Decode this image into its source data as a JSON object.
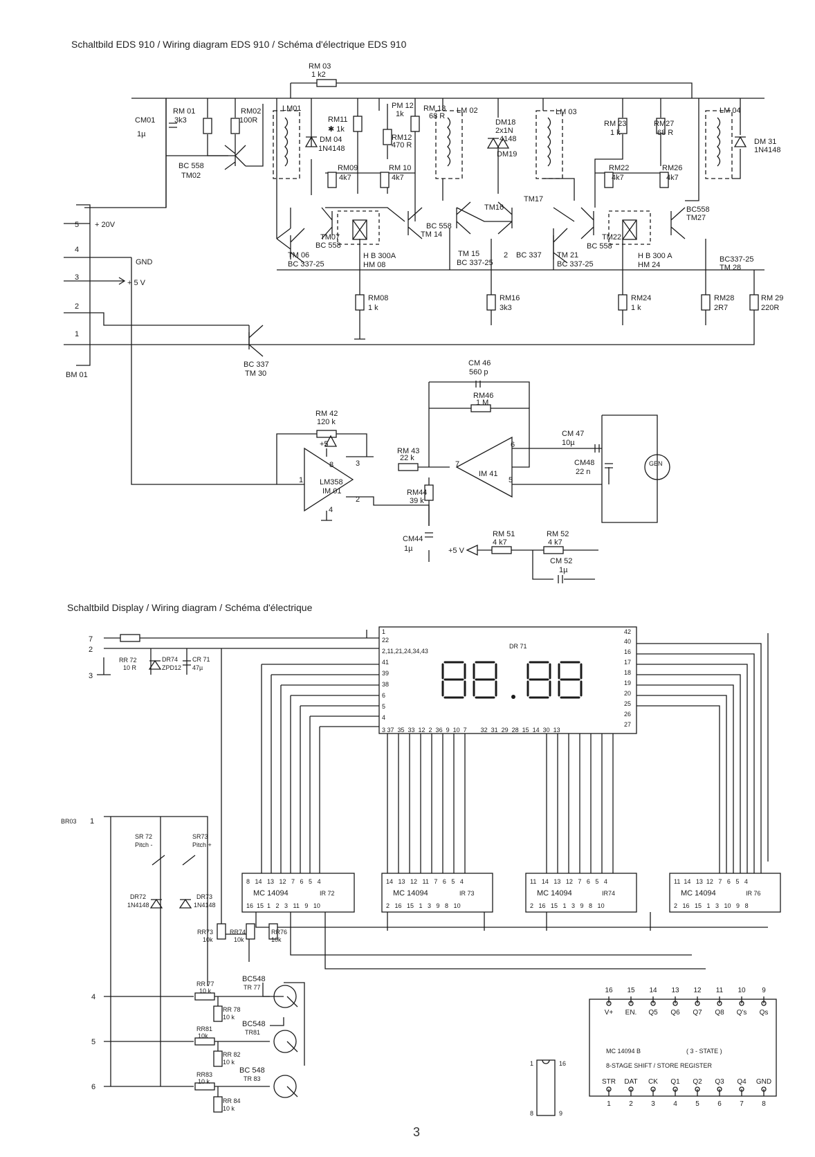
{
  "titles": {
    "top": "Schaltbild EDS 910 / Wiring diagram EDS 910 / Schéma d'électrique EDS 910",
    "bottom": "Schaltbild Display / Wiring diagram / Schéma d'électrique"
  },
  "page_number": "3",
  "top_labels": {
    "rm03": "RM 03",
    "rm03v": "1 k2",
    "cm01": "CM01",
    "cm01v": "1µ",
    "rm01": "RM 01",
    "rm01v": "3k3",
    "rm02": "RM02",
    "rm02v": "100R",
    "bc558a": "BC 558",
    "tm02": "TM02",
    "lm01": "LM01",
    "rm11": "RM11",
    "rm11v": "✱ 1k",
    "dm04": "DM 04",
    "dm04v": "1N4148",
    "pm12": "PM 12",
    "pm12v": "1k",
    "rm12": "RM12",
    "rm12v": "470 R",
    "rm13": "RM 13",
    "rm13v": "68 R",
    "lm02": "LM 02",
    "dm18": "DM18",
    "dm18v": "2x1N",
    "dm18w": "4148",
    "dm19": "DM19",
    "lm03": "LM 03",
    "rm23": "RM 23",
    "rm23v": "1 k",
    "rm27": "RM27",
    "rm27v": "68 R",
    "lm04": "LM 04",
    "dm31": "DM 31",
    "dm31v": "1N4148",
    "rm09": "RM09",
    "rm09v": "4k7",
    "rm10": "RM 10",
    "rm10v": "4k7",
    "rm22": "RM22",
    "rm22v": "4k7",
    "rm26": "RM26",
    "rm26v": "4k7",
    "tm07": "TM07",
    "bc558b": "BC 558",
    "tm06": "TM 06",
    "bc33725a": "BC 337-25",
    "hb300a": "H B 300A",
    "hm08": "HM 08",
    "bc558c": "BC 558",
    "tm14": "TM 14",
    "tm16": "TM16",
    "tm17": "TM17",
    "tm15": "TM 15",
    "bc33725b": "BC 337-25",
    "n2": "2",
    "bc337a": "BC 337",
    "tm21": "TM 21",
    "bc33725c": "BC 337-25",
    "tm22": "TM22",
    "bc558d": "BC 558",
    "hb300b": "H B 300 A",
    "hm24": "HM 24",
    "bc558e": "BC558",
    "tm27": "TM27",
    "bc33725d": "BC337-25",
    "tm28": "TM 28",
    "rm08": "RM08",
    "rm08v": "1 k",
    "rm16": "RM16",
    "rm16v": "3k3",
    "rm24": "RM24",
    "rm24v": "1 k",
    "rm28": "RM28",
    "rm28v": "2R7",
    "rm29": "RM 29",
    "rm29v": "220R",
    "p5": "5",
    "v20": "+ 20V",
    "p4": "4",
    "gnd": "GND",
    "p3": "3",
    "v5": "+ 5 V",
    "p2": "2",
    "p1": "1",
    "bm01": "BM 01",
    "bc337b": "BC 337",
    "tm30": "TM 30",
    "cm46": "CM 46",
    "cm46v": "560 p",
    "rm46": "RM46",
    "rm46v": "1 M",
    "rm42": "RM 42",
    "rm42v": "120 k",
    "plus5": "+5",
    "pin8": "8",
    "pin3": "3",
    "pin1": "1",
    "pin2": "2",
    "pin4": "4",
    "lm358": "LM358",
    "im01": "IM 01",
    "rm43": "RM 43",
    "rm43v": "22 k",
    "pin7": "7",
    "pin6": "6",
    "pin5": "5",
    "im41": "IM 41",
    "cm47": "CM 47",
    "cm47v": "10µ",
    "cm48": "CM48",
    "cm48v": "22 n",
    "gen": "GEN",
    "rm44": "RM44",
    "rm44v": "39 k",
    "cm44": "CM44",
    "cm44v": "1µ",
    "v5b": "+5 V",
    "rm51": "RM 51",
    "rm51v": "4 k7",
    "rm52": "RM 52",
    "rm52v": "4 k7",
    "cm52": "CM 52",
    "cm52v": "1µ"
  },
  "bottom_labels": {
    "p7": "7",
    "p2": "2",
    "p3": "3",
    "rr72": "RR 72",
    "rr72v": "10 R",
    "dr74": "DR74",
    "dr74v": "ZPD12",
    "cr71": "CR 71",
    "cr71v": "47µ",
    "dr71": "DR 71",
    "display": "88.88",
    "dl1": "1",
    "dl22": "22",
    "dl2": "2,11,21,24,34,43",
    "dl41": "41",
    "dl39": "39",
    "dl38": "38",
    "dl6": "6",
    "dl5": "5",
    "dl4": "4",
    "dr42": "42",
    "dr40": "40",
    "dr16": "16",
    "dr17": "17",
    "dr18": "18",
    "dr19": "19",
    "dr20": "20",
    "dr25": "25",
    "dr26": "26",
    "dr27": "27",
    "dbot": "3 37  35  33  12  2  36  9  10  7        32  31  29  28  15  14  30  13",
    "br03": "BR03",
    "bp1": "1",
    "sr72": "SR 72",
    "sr72v": "Pitch -",
    "sr73": "SR73",
    "sr73v": "Pitch +",
    "dr72": "DR72",
    "dr72v": "1N4148",
    "dr73": "DR73",
    "dr73v": "1N4148",
    "ic1top": "8   14   13   12   7   6   5   4",
    "ic1name": "MC 14094",
    "ic1ref": "IR 72",
    "ic1bot": "16  15  1   2   3   11   9   10",
    "ic2top": "14   13   12   11   7   6   5   4",
    "ic2name": "MC 14094",
    "ic2ref": "IR 73",
    "ic2bot": "2   16   15   1   3   9   8   10",
    "ic3top": "11   14   13   12   7   6   5   4",
    "ic3name": "MC 14094",
    "ic3ref": "IR74",
    "ic3bot": "2   16   15   1   3   9   8   10",
    "ic4top": "11  14   13  12   7   6   5   4",
    "ic4name": "MC 14094",
    "ic4ref": "IR 76",
    "ic4bot": "2   16   15   1   3   10   9   8",
    "rr73": "RR73",
    "rr73v": "10k",
    "rr74": "RR74",
    "rr74v": "10k",
    "rr76": "RR76",
    "rr76v": "10k",
    "p4": "4",
    "rr77": "RR 77",
    "rr77v": "10 k",
    "bc548a": "BC548",
    "tr77": "TR 77",
    "rr78": "RR 78",
    "rr78v": "10 k",
    "p5": "5",
    "rr81": "RR81",
    "rr81v": "10k",
    "bc548b": "BC548",
    "tr81": "TR81",
    "rr82": "RR 82",
    "rr82v": "10 k",
    "p6": "6",
    "rr83": "RR83",
    "rr83v": "10 k",
    "bc548c": "BC 548",
    "tr83": "TR 83",
    "rr84": "RR 84",
    "rr84v": "10 k",
    "chip1": "1",
    "chip16": "16",
    "chip8": "8",
    "chip9": "9",
    "pinout_top_nums": [
      "16",
      "15",
      "14",
      "13",
      "12",
      "11",
      "10",
      "9"
    ],
    "pinout_top_names": [
      "V+",
      "EN.",
      "Q5",
      "Q6",
      "Q7",
      "Q8",
      "Q's",
      "Qs"
    ],
    "pinout_title": "MC 14094 B",
    "pinout_state": "( 3 - STATE )",
    "pinout_desc": "8-STAGE  SHIFT / STORE REGISTER",
    "pinout_bot_names": [
      "STR",
      "DAT",
      "CK",
      "Q1",
      "Q2",
      "Q3",
      "Q4",
      "GND"
    ],
    "pinout_bot_nums": [
      "1",
      "2",
      "3",
      "4",
      "5",
      "6",
      "7",
      "8"
    ]
  }
}
